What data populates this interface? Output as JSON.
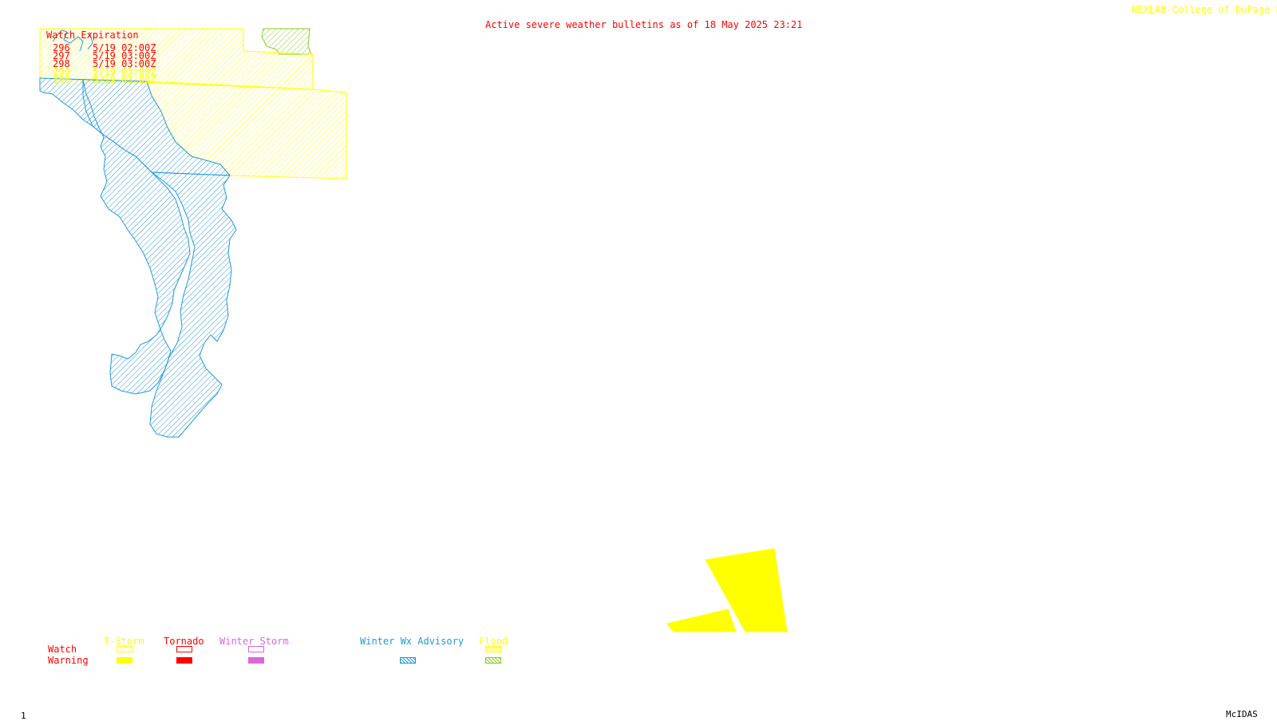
{
  "header": {
    "title": "Active severe weather bulletins as of 18 May 2025 23:21",
    "credit": "NEXLAB-College of DuPage R",
    "frame_number": "1",
    "software": "McIDAS"
  },
  "watch_table": {
    "heading": "Watch Expiration",
    "rows": [
      {
        "id": "296",
        "expires": "5/19 02:00Z",
        "color": "#ff0000"
      },
      {
        "id": "297",
        "expires": "5/19 03:00Z",
        "color": "#ff0000"
      },
      {
        "id": "298",
        "expires": "5/19 03:00Z",
        "color": "#ff0000"
      },
      {
        "id": "299",
        "expires": "5/19 03:00Z",
        "color": "#ffff00"
      },
      {
        "id": "300",
        "expires": "5/19 03:00Z",
        "color": "#ffff00"
      }
    ]
  },
  "legend": {
    "row_labels": {
      "watch": "Watch",
      "warning": "Warning"
    },
    "categories": [
      {
        "key": "tstorm",
        "label": "T-Storm",
        "color": "#ffff00"
      },
      {
        "key": "tornado",
        "label": "Tornado",
        "color": "#ff0000"
      },
      {
        "key": "winter_storm",
        "label": "Winter Storm",
        "color": "#dd66dd"
      },
      {
        "key": "winter_wx_advisory",
        "label": "Winter Wx Advisory",
        "color": "#2299dd"
      },
      {
        "key": "flood",
        "label": "Flood",
        "color": "#88cc22"
      }
    ]
  },
  "colors": {
    "title": "#ff0000",
    "credit": "#ffff00",
    "tstorm": "#ffff00",
    "tornado": "#ff0000",
    "winter_storm": "#dd66dd",
    "winter_advisory": "#2299dd",
    "flood": "#88cc22",
    "footer": "#000000"
  }
}
